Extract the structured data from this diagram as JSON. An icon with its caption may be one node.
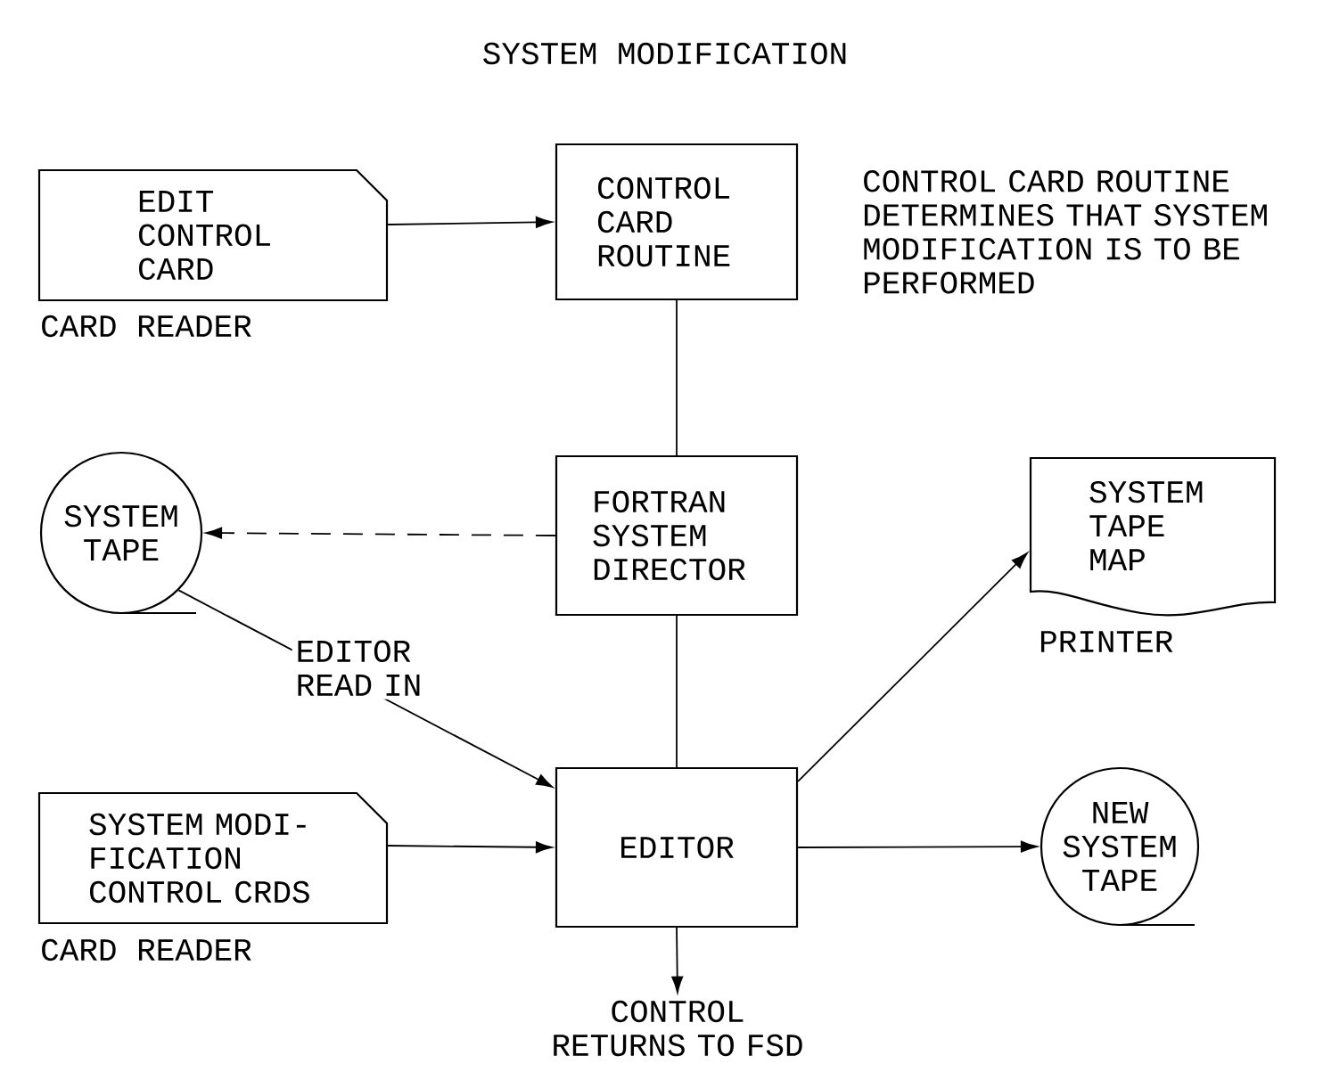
{
  "diagram": {
    "title": "SYSTEM MODIFICATION",
    "nodes": [
      {
        "text": [
          "EDIT CONTROL CARD"
        ],
        "beside": [
          "CARD READER"
        ]
      },
      {
        "text": [
          "CONTROL CARD ROUTINE"
        ]
      },
      {
        "text": [
          "SYSTEM TAPE"
        ]
      },
      {
        "text": [
          "FORTRAN SYSTEM DIRECTOR"
        ]
      },
      {
        "text": [
          "SYSTEM TAPE MAP"
        ],
        "beside": [
          "PRINTER"
        ]
      },
      {
        "text": [
          "EDITOR"
        ]
      },
      {
        "text": [
          "SYSTEM MODI- FICATION CONTROL CRDS"
        ],
        "beside": [
          "CARD READER"
        ]
      },
      {
        "text": [
          "NEW SYSTEM TAPE"
        ]
      },
      {
        "text": [
          "CONTROL RETURNS TO FSD"
        ]
      }
    ],
    "edges": [
      {
        "from": 0,
        "to": 1,
        "arrow": "to"
      },
      {
        "from": 1,
        "to": 3,
        "arrow": "none"
      },
      {
        "from": 3,
        "to": 2,
        "arrow": "to",
        "style": "dashed"
      },
      {
        "from": 2,
        "to": 5,
        "arrow": "to",
        "label": "EDITOR READ IN"
      },
      {
        "from": 3,
        "to": 5,
        "arrow": "none"
      },
      {
        "from": 5,
        "to": 4,
        "arrow": "to"
      },
      {
        "from": 6,
        "to": 5,
        "arrow": "to"
      },
      {
        "from": 5,
        "to": 7,
        "arrow": "to"
      },
      {
        "from": 5,
        "to": 8,
        "arrow": "to"
      }
    ],
    "labels": [
      "CONTROL CARD ROUTINE DETERMINES THAT SYSTEM MODIFICATION IS TO BE PERFORMED"
    ]
  }
}
